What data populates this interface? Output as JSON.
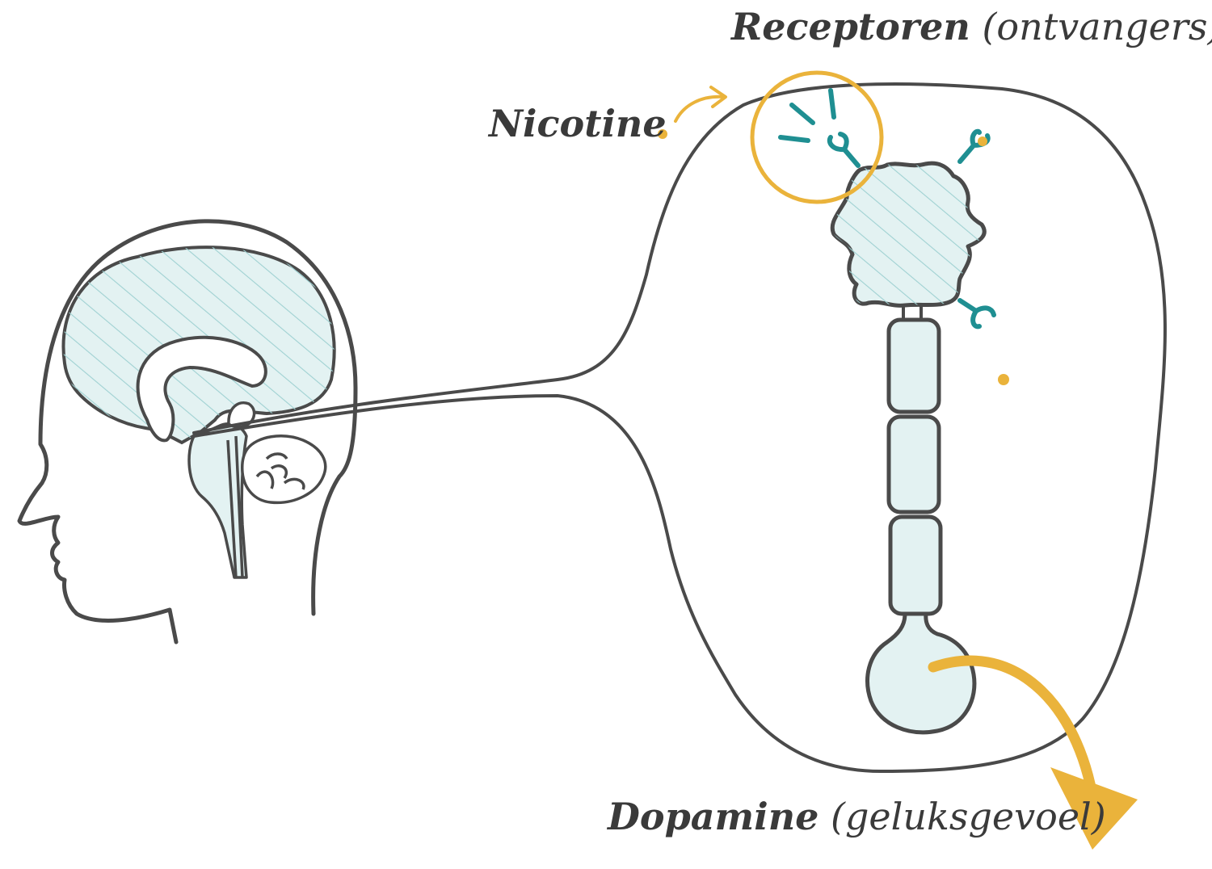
{
  "labels": {
    "receptoren": {
      "main": "Receptoren",
      "note": "(ontvangers)"
    },
    "nicotine": "Nicotine",
    "dopamine": {
      "main": "Dopamine",
      "note": "(geluksgevoel)"
    }
  },
  "colors": {
    "outline": "#4a4a4a",
    "accent": "#eab33b",
    "receptor": "#1f8f92",
    "fill": "#e3f2f2",
    "hatch": "#7cc4c6"
  },
  "icons": {
    "nicotine_arrow": "curved-arrow",
    "dopamine_arrow": "curved-arrow"
  }
}
